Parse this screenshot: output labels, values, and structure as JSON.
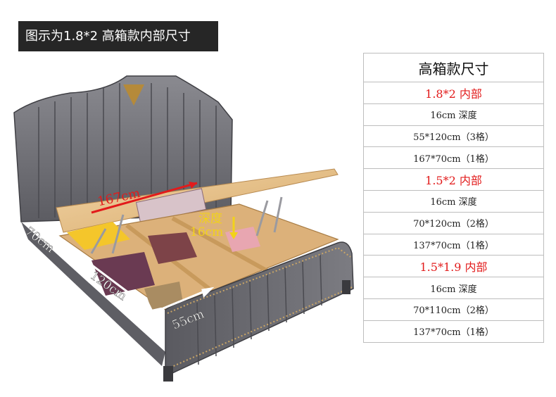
{
  "banner": {
    "title": "图示为1.8*2 高箱款内部尺寸"
  },
  "dimensions": {
    "width_label": "167cm",
    "depth_label_top": "深度",
    "depth_label_bottom": "16cm",
    "side_label": "70cm",
    "length_label": "120cm",
    "small_label": "55cm"
  },
  "table": {
    "header": "高箱款尺寸",
    "rows": [
      {
        "text": "1.8*2 内部",
        "highlight": true
      },
      {
        "text": "16cm 深度",
        "highlight": false
      },
      {
        "text": "55*120cm（3格）",
        "highlight": false
      },
      {
        "text": "167*70cm（1格）",
        "highlight": false
      },
      {
        "text": "1.5*2 内部",
        "highlight": true
      },
      {
        "text": "16cm 深度",
        "highlight": false
      },
      {
        "text": "70*120cm（2格）",
        "highlight": false
      },
      {
        "text": "137*70cm（1格）",
        "highlight": false
      },
      {
        "text": "1.5*1.9 内部",
        "highlight": true
      },
      {
        "text": "16cm 深度",
        "highlight": false
      },
      {
        "text": "70*110cm（2格）",
        "highlight": false
      },
      {
        "text": "137*70cm（1格）",
        "highlight": false
      }
    ]
  },
  "colors": {
    "accent_red": "#e21b1b",
    "leather": "#6e6e74",
    "wood": "#e7c189",
    "banner_bg": "#262626"
  }
}
